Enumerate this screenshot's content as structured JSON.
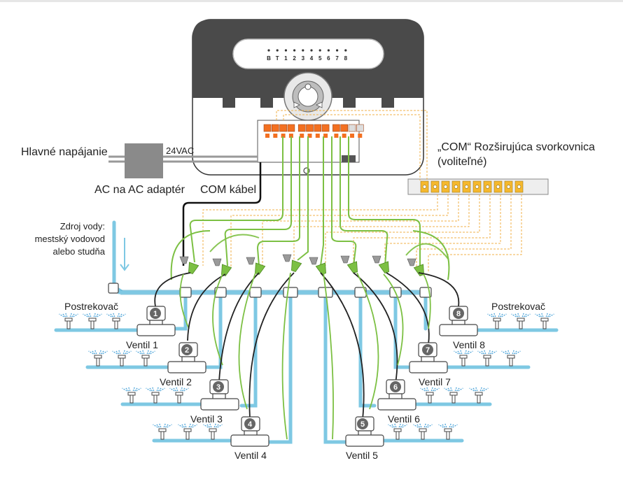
{
  "labels": {
    "main_power": "Hlavné napájanie",
    "voltage": "24VAC",
    "adapter": "AC na AC adaptér",
    "com_cable": "COM kábel",
    "com_strip_line1": "„COM“ Rozširujúca svorkovnica",
    "com_strip_line2": "(voliteľné)",
    "water_source_line1": "Zdroj vody:",
    "water_source_line2": "mestský vodovod",
    "water_source_line3": "alebo studňa",
    "sprinkler_left": "Postrekovač",
    "sprinkler_right": "Postrekovač"
  },
  "led_labels": [
    "B",
    "T",
    "1",
    "2",
    "3",
    "4",
    "5",
    "6",
    "7",
    "8"
  ],
  "valves": [
    {
      "num": "1",
      "label": "Ventil 1"
    },
    {
      "num": "2",
      "label": "Ventil 2"
    },
    {
      "num": "3",
      "label": "Ventil 3"
    },
    {
      "num": "4",
      "label": "Ventil 4"
    },
    {
      "num": "5",
      "label": "Ventil 5"
    },
    {
      "num": "6",
      "label": "Ventil 6"
    },
    {
      "num": "7",
      "label": "Ventil 7"
    },
    {
      "num": "8",
      "label": "Ventil 8"
    }
  ],
  "colors": {
    "controller_top": "#4a4a4a",
    "pipe": "#7ec8e3",
    "wire_green": "#7cc043",
    "terminal_orange": "#f37021",
    "strip_yellow": "#f5b82e",
    "com_dashed": "#f0b24a",
    "adapter": "#8a8a8a"
  }
}
